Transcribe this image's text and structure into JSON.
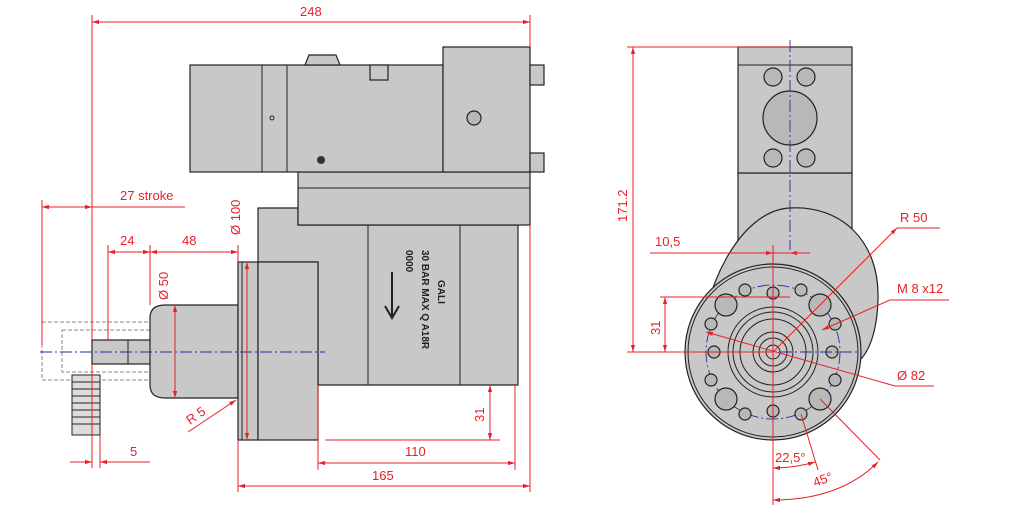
{
  "drawing": {
    "side_view": {
      "dimensions": {
        "overall_length": "248",
        "stroke": "27 stroke",
        "shaft_len": "24",
        "neck_len": "48",
        "neck_diameter": "Ø 50",
        "flange_diameter": "Ø 100",
        "radius": "R 5",
        "offset": "5",
        "body_len": "110",
        "total_len": "165",
        "height_offset": "31"
      },
      "nameplate": {
        "brand": "GALI",
        "spec": "30 BAR MAX Q A18R",
        "serial": "0000"
      }
    },
    "front_view": {
      "dimensions": {
        "height": "171.2",
        "horizontal_offset": "10,5",
        "radius": "R 50",
        "thread": "M 8 x12",
        "vertical_offset": "31",
        "pcd": "Ø 82",
        "angle_small": "22,5°",
        "angle_large": "45°"
      }
    },
    "colors": {
      "dimension": "#e8202a",
      "centerline": "#2a2a9a",
      "part": "#c8c8c8"
    }
  }
}
